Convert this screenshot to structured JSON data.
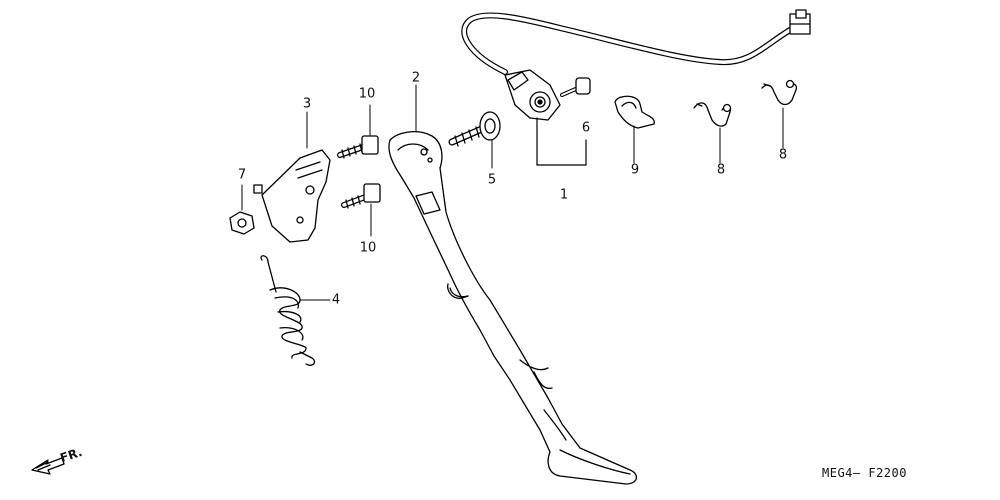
{
  "diagram": {
    "callouts": {
      "c1": "1",
      "c2": "2",
      "c3": "3",
      "c4": "4",
      "c5": "5",
      "c6": "6",
      "c7": "7",
      "c8": "8",
      "c9": "9",
      "c10a": "10",
      "c10b": "10",
      "c11": "8"
    },
    "direction_label": "FR.",
    "diagram_code": "MEG4— F2200",
    "line_color": "#000000",
    "background": "#ffffff"
  }
}
